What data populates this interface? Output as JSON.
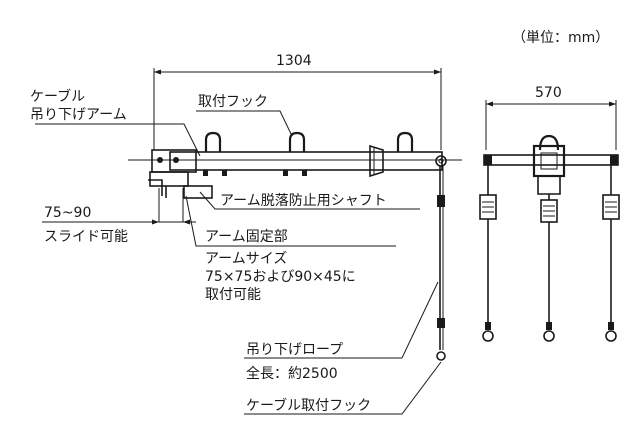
{
  "unit_note": "（単位：mm）",
  "dimensions": {
    "overall_length": "1304",
    "frame_width": "570",
    "slide_range": "75~90"
  },
  "labels": {
    "cable_arm_line1": "ケーブル",
    "cable_arm_line2": "吊り下げアーム",
    "mount_hook": "取付フック",
    "fall_prevention_shaft": "アーム脱落防止用シャフト",
    "slidable": "スライド可能",
    "arm_fixing": "アーム固定部",
    "arm_size_line1": "アームサイズ",
    "arm_size_line2": "75×75および90×45に",
    "arm_size_line3": "取付可能",
    "hanging_rope": "吊り下げロープ",
    "total_length": "全長：約2500",
    "cable_hook": "ケーブル取付フック"
  }
}
